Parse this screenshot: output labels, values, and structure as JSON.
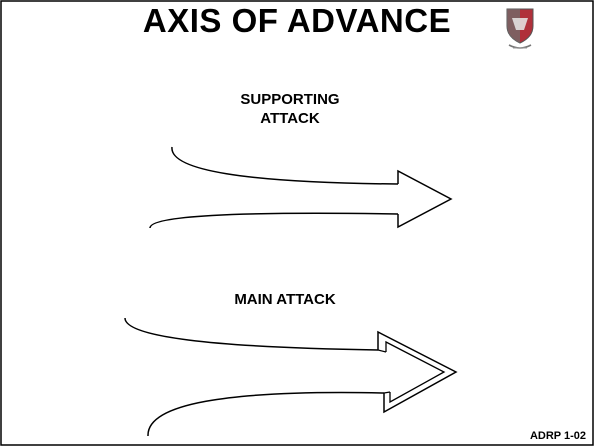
{
  "slide": {
    "title": "AXIS OF ADVANCE",
    "footer_reference": "ADRP 1-02"
  },
  "diagram": {
    "axes": [
      {
        "label_lines": [
          "SUPPORTING",
          "ATTACK"
        ],
        "style": "single-outline"
      },
      {
        "label_lines": [
          "MAIN ATTACK"
        ],
        "style": "double-outline"
      }
    ]
  },
  "emblem": {
    "icon": "unit-crest-icon"
  },
  "colors": {
    "background": "#ffffff",
    "ink": "#000000",
    "emblem_red": "#b0303a",
    "emblem_gray": "#6e6e6e"
  }
}
